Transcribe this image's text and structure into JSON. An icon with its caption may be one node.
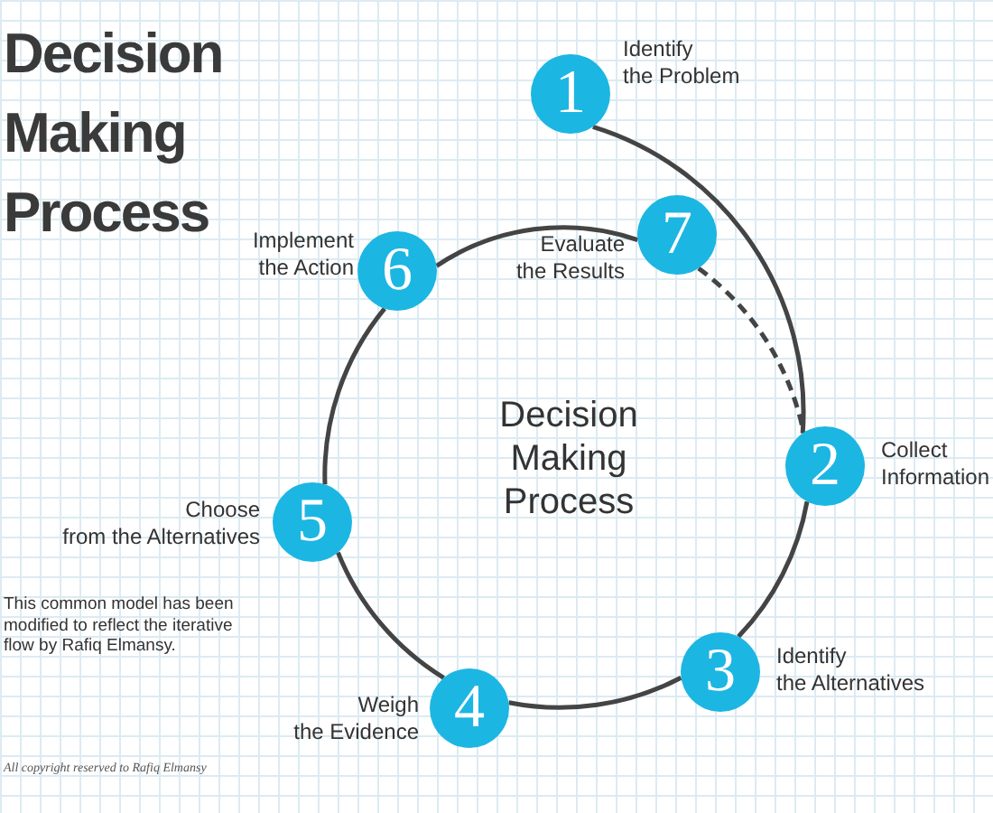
{
  "diagram": {
    "title": "Decision Making Process",
    "nodes": [
      {
        "text": [
          "1"
        ],
        "beside": [
          "Identify the Problem"
        ]
      },
      {
        "text": [
          "2"
        ],
        "beside": [
          "Collect Information"
        ]
      },
      {
        "text": [
          "3"
        ],
        "beside": [
          "Identify the Alternatives"
        ]
      },
      {
        "text": [
          "4"
        ],
        "beside": [
          "Weigh the Evidence"
        ]
      },
      {
        "text": [
          "5"
        ],
        "beside": [
          "Choose from the Alternatives"
        ]
      },
      {
        "text": [
          "6"
        ],
        "beside": [
          "Implement the Action"
        ]
      },
      {
        "text": [
          "7"
        ],
        "beside": [
          "Evaluate the Results"
        ]
      }
    ],
    "edges": [
      {
        "from": 0,
        "to": 1,
        "arrow": "none"
      },
      {
        "from": 1,
        "to": 2,
        "arrow": "none"
      },
      {
        "from": 2,
        "to": 3,
        "arrow": "none"
      },
      {
        "from": 3,
        "to": 4,
        "arrow": "none"
      },
      {
        "from": 4,
        "to": 5,
        "arrow": "none"
      },
      {
        "from": 5,
        "to": 6,
        "arrow": "none"
      },
      {
        "from": 6,
        "to": 1,
        "arrow": "none",
        "style": "dashed"
      }
    ],
    "labels": [
      "Decision Making Process",
      "This common model has been modified to reflect the iterative flow by Rafiq Elmansy.",
      "All copyright reserved to Rafiq Elmansy"
    ]
  }
}
